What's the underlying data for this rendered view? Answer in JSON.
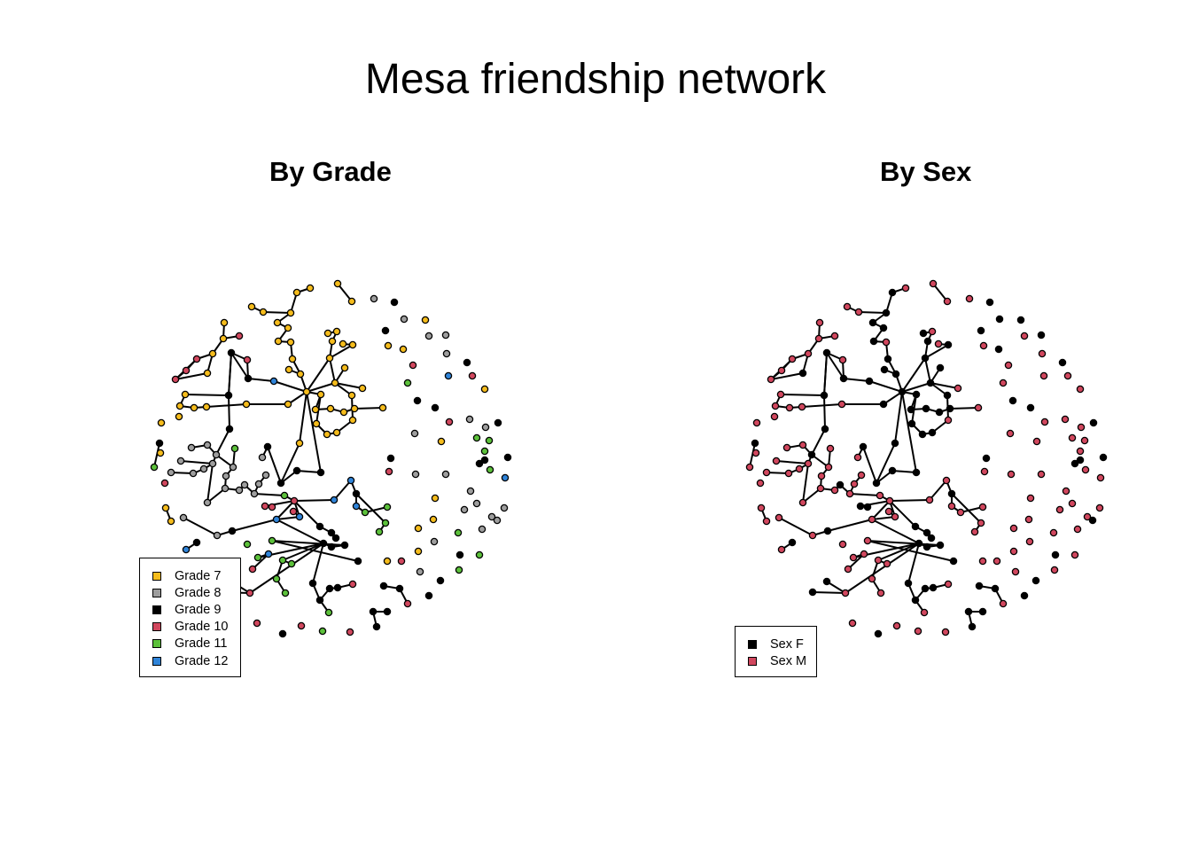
{
  "title": "Mesa friendship network",
  "panels": [
    {
      "title": "By Grade",
      "legend": [
        {
          "label": "Grade 7",
          "color": "#f5bc1c"
        },
        {
          "label": "Grade 8",
          "color": "#9e9e9e"
        },
        {
          "label": "Grade 9",
          "color": "#000000"
        },
        {
          "label": "Grade 10",
          "color": "#d1475e"
        },
        {
          "label": "Grade 11",
          "color": "#5cc13b"
        },
        {
          "label": "Grade 12",
          "color": "#2f84d9"
        }
      ]
    },
    {
      "title": "By Sex",
      "legend": [
        {
          "label": "Sex F",
          "color": "#000000"
        },
        {
          "label": "Sex M",
          "color": "#d1475e"
        }
      ]
    }
  ]
}
